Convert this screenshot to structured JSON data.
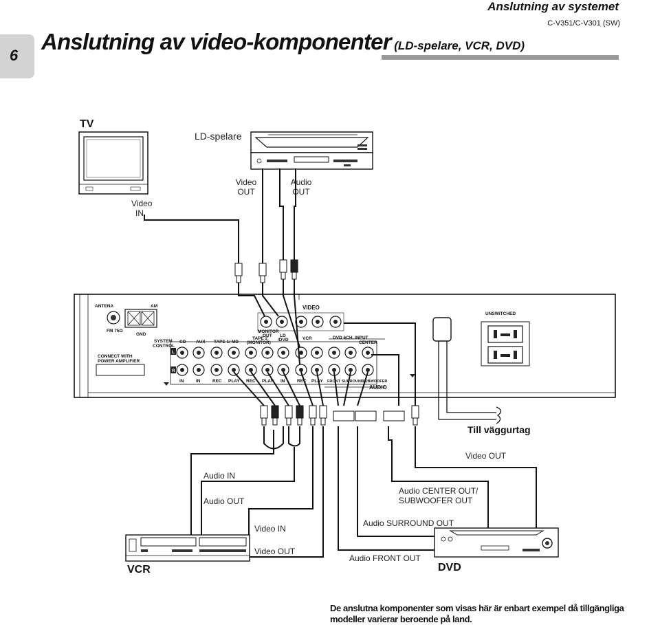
{
  "header": {
    "section_title": "Anslutning av systemet",
    "model": "C-V351/C-V301 (SW)",
    "page_number": "6"
  },
  "title": {
    "main": "Anslutning av video-komponenter",
    "sub": "(LD-spelare, VCR, DVD)"
  },
  "devices": {
    "tv": "TV",
    "ld": "LD-spelare",
    "vcr": "VCR",
    "dvd": "DVD"
  },
  "labels": {
    "tv_video_in_1": "Video",
    "tv_video_in_2": "IN",
    "ld_video_out_1": "Video",
    "ld_video_out_2": "OUT",
    "ld_audio_out_1": "Audio",
    "ld_audio_out_2": "OUT",
    "wall": "Till väggurtag",
    "dvd_video_out": "Video OUT",
    "vcr_audio_in": "Audio IN",
    "vcr_audio_out": "Audio OUT",
    "dvd_center_1": "Audio CENTER OUT/",
    "dvd_center_2": "SUBWOOFER OUT",
    "vcr_video_in": "Video IN",
    "dvd_surround": "Audio SURROUND OUT",
    "vcr_video_out": "Video OUT",
    "dvd_front": "Audio FRONT OUT"
  },
  "panel": {
    "antena": "ANTENA",
    "am": "AM",
    "fm": "FM 75Ω",
    "gnd": "GND",
    "system_1": "SYSTEM",
    "system_2": "CONTROL",
    "connect_1": "CONNECT WITH",
    "connect_2": "POWER AMPLIFIER",
    "cd": "CD",
    "aux": "AUX",
    "tape1": "TAPE 1/ MD",
    "tape2_1": "TAPE 2",
    "tape2_2": "(MONITOR)",
    "monitor_1": "MONITOR",
    "monitor_2": "OUT",
    "ld_1": "LD",
    "ld_2": "/DVD",
    "video": "VIDEO",
    "vcr": "VCR",
    "dvd6ch": "DVD 6CH. INPUT",
    "center": "CENTER",
    "unswitched": "UNSWITCHED",
    "l": "L",
    "r": "R",
    "in1": "IN",
    "in2": "IN",
    "rec1": "REC",
    "play1": "PLAY",
    "rec2": "REC",
    "play2": "PLAY",
    "in3": "IN",
    "rec3": "REC",
    "play3": "PLAY",
    "front": "FRONT",
    "surround": "SURROUND",
    "subwoofer": "SUBWOOFER",
    "audio": "AUDIO"
  },
  "note": "De anslutna komponenter som visas här är enbart exempel då tillgängliga modeller varierar beroende på land."
}
